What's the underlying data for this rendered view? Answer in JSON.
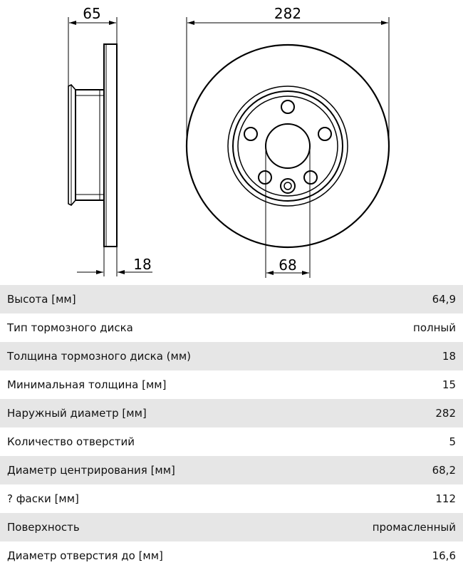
{
  "drawing": {
    "dimensions": {
      "hat_height": "65",
      "disc_thickness": "18",
      "outer_diameter": "282",
      "centering_diameter": "68"
    }
  },
  "specs": [
    {
      "label": "Высота [мм]",
      "value": "64,9"
    },
    {
      "label": "Тип тормозного диска",
      "value": "полный"
    },
    {
      "label": "Толщина тормозного диска (мм)",
      "value": "18"
    },
    {
      "label": "Минимальная толщина [мм]",
      "value": "15"
    },
    {
      "label": "Наружный диаметр [мм]",
      "value": "282"
    },
    {
      "label": "Количество отверстий",
      "value": "5"
    },
    {
      "label": "Диаметр центрирования [мм]",
      "value": "68,2"
    },
    {
      "label": "? фаски [мм]",
      "value": "112"
    },
    {
      "label": "Поверхность",
      "value": "промасленный"
    },
    {
      "label": "Диаметр отверстия до [мм]",
      "value": "16,6"
    }
  ]
}
